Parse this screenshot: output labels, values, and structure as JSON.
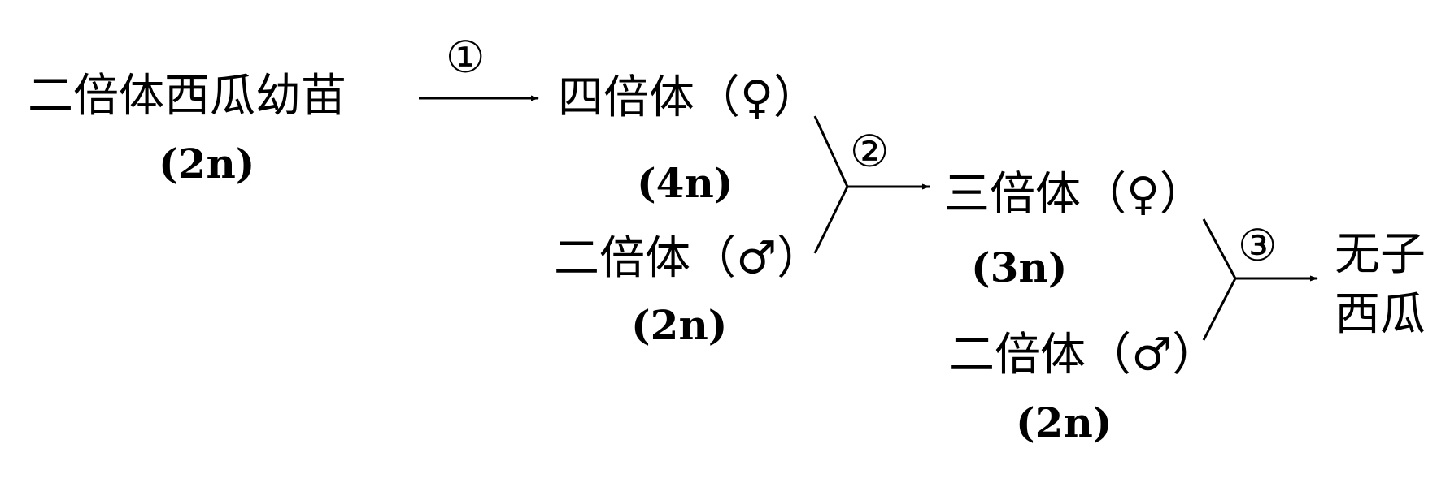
{
  "nodes": {
    "start": {
      "name": "二倍体西瓜幼苗",
      "ploidy": "(2n)"
    },
    "tetraploid": {
      "name": "四倍体（♀）",
      "ploidy": "(4n)"
    },
    "diploid_male_1": {
      "name": "二倍体（♂）",
      "ploidy": "(2n)"
    },
    "triploid": {
      "name": "三倍体（♀）",
      "ploidy": "(3n)"
    },
    "diploid_male_2": {
      "name": "二倍体（♂）",
      "ploidy": "(2n)"
    },
    "result": {
      "line1": "无子",
      "line2": "西瓜"
    }
  },
  "steps": {
    "step1": "①",
    "step2": "②",
    "step3": "③"
  }
}
